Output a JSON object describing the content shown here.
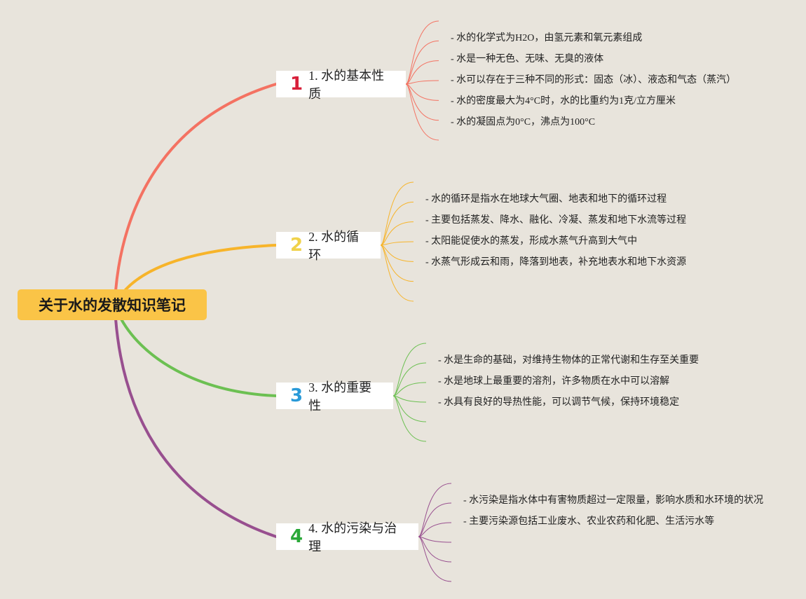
{
  "root": {
    "title": "关于水的发散知识笔记"
  },
  "branches": [
    {
      "number": "1",
      "label": "1. 水的基本性质",
      "color": "#f47262",
      "number_color": "#d8203a",
      "leaves": [
        "- 水的化学式为H2O，由氢元素和氧元素组成",
        "- 水是一种无色、无味、无臭的液体",
        "- 水可以存在于三种不同的形式：固态（冰）、液态和气态（蒸汽）",
        "- 水的密度最大为4°C时，水的比重约为1克/立方厘米",
        "- 水的凝固点为0°C，沸点为100°C"
      ]
    },
    {
      "number": "2",
      "label": "2. 水的循环",
      "color": "#f7b42a",
      "number_color": "#f0d24a",
      "leaves": [
        "- 水的循环是指水在地球大气圈、地表和地下的循环过程",
        "- 主要包括蒸发、降水、融化、冷凝、蒸发和地下水流等过程",
        "- 太阳能促使水的蒸发，形成水蒸气升高到大气中",
        "- 水蒸气形成云和雨，降落到地表，补充地表水和地下水资源"
      ]
    },
    {
      "number": "3",
      "label": "3. 水的重要性",
      "color": "#6cc052",
      "number_color": "#2a9ad8",
      "leaves": [
        "- 水是生命的基础，对维持生物体的正常代谢和生存至关重要",
        "- 水是地球上最重要的溶剂，许多物质在水中可以溶解",
        "- 水具有良好的导热性能，可以调节气候，保持环境稳定"
      ]
    },
    {
      "number": "4",
      "label": "4. 水的污染与治理",
      "color": "#984f8f",
      "number_color": "#2aa838",
      "leaves": [
        "- 水污染是指水体中有害物质超过一定限量，影响水质和水环境的状况",
        "- 主要污染源包括工业废水、农业农药和化肥、生活污水等"
      ]
    }
  ]
}
